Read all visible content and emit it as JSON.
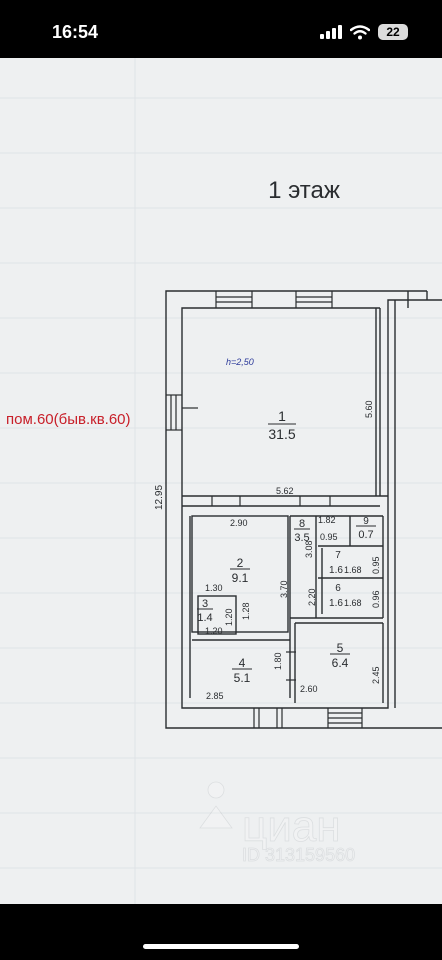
{
  "status_bar": {
    "time": "16:54",
    "battery_level": "22",
    "icons": [
      "signal-icon",
      "wifi-icon",
      "battery-icon"
    ]
  },
  "plan": {
    "floor_title": "1 этаж",
    "room_note": "пом.60(быв.кв.60)",
    "ceiling_height": "h=2,50",
    "overall_dimension": "12.95",
    "rooms": [
      {
        "number": "1",
        "area": "31.5"
      },
      {
        "number": "2",
        "area": "9.1"
      },
      {
        "number": "3",
        "area": "1.4"
      },
      {
        "number": "4",
        "area": "5.1"
      },
      {
        "number": "5",
        "area": "6.4"
      },
      {
        "number": "6",
        "area": "1.6"
      },
      {
        "number": "7",
        "area": "1.6"
      },
      {
        "number": "8",
        "area": "3.5"
      },
      {
        "number": "9",
        "area": "0.7"
      }
    ],
    "dimensions": {
      "d560": "5.60",
      "d562": "5.62",
      "d290": "2.90",
      "d182": "1.82",
      "d095a": "0.95",
      "d370": "3.70",
      "d308": "3.08",
      "d220": "2.20",
      "d168a": "1.68",
      "d095b": "0.95",
      "d168b": "1.68",
      "d096": "0.96",
      "d130": "1.30",
      "d120a": "1.20",
      "d128": "1.28",
      "d120b": "1.20",
      "d180": "1.80",
      "d245": "2.45",
      "d285": "2.85",
      "d260": "2.60"
    },
    "watermark": "циан",
    "watermark_id": "ID 313159560"
  },
  "colors": {
    "annotation_red": "#c8202a",
    "ink": "#2a2d30",
    "paper": "#eef0f1",
    "ceiling_blue": "#2c3a9a"
  }
}
